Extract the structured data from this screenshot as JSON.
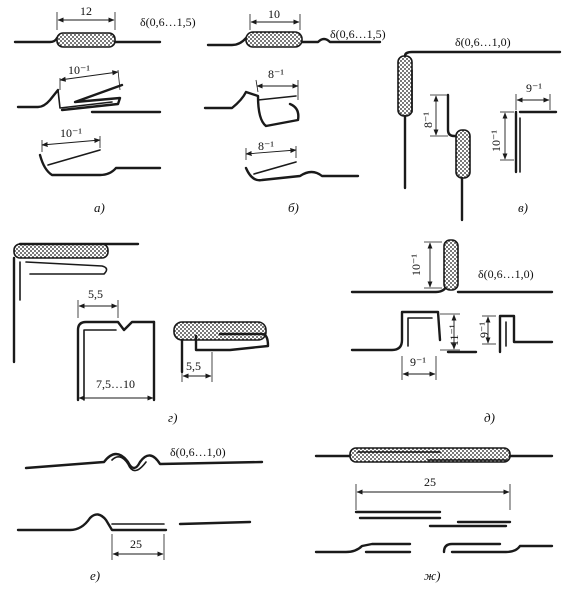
{
  "labels": {
    "a_len": "12",
    "a_thk": "δ(0,6…1,5)",
    "a_p2": "10⁻¹",
    "a_p3": "10⁻¹",
    "a_cap": "а)",
    "b_len": "10",
    "b_thk": "δ(0,6…1,5)",
    "b_p2": "8⁻¹",
    "b_p3": "8⁻¹",
    "b_cap": "б)",
    "v_thk": "δ(0,6…1,0)",
    "v_d1": "8⁻¹",
    "v_d2": "10⁻¹",
    "v_d3": "9⁻¹",
    "v_cap": "в)",
    "g_d1": "5,5",
    "g_d2": "7,5…10",
    "g_d3": "5,5",
    "g_cap": "г)",
    "d_d1": "10⁻¹",
    "d_thk": "δ(0,6…1,0)",
    "d_d2": "11⁻¹",
    "d_d3": "9⁻¹",
    "d_d4": "9⁻¹",
    "d_cap": "д)",
    "e_thk": "δ(0,6…1,0)",
    "e_d1": "25",
    "e_cap": "е)",
    "zh_d1": "25",
    "zh_cap": "ж)"
  }
}
